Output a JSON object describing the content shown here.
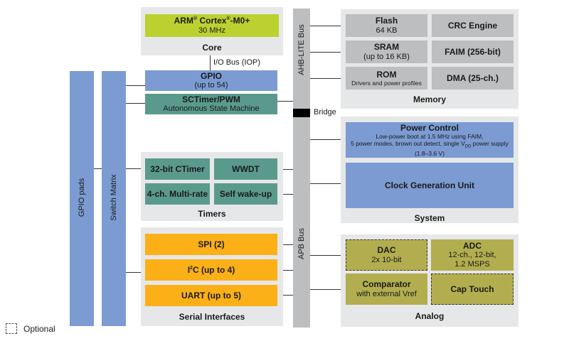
{
  "core": {
    "group_label": "Core",
    "cpu": {
      "title_prefix": "ARM",
      "title_mid": " Cortex",
      "title_suffix": "-M0+",
      "reg": "®",
      "freq": "30 MHz"
    }
  },
  "io_bus_label": "I/O Bus (IOP)",
  "gpio": {
    "title": "GPIO",
    "sub": "(up to 54)"
  },
  "sctimer": {
    "title": "SCTimer/PWM",
    "sub": "Autonomous State Machine"
  },
  "left_columns": {
    "gpio_pads": "GPIO pads",
    "switch_matrix": "Switch Matrix"
  },
  "buses": {
    "ahb": "AHB-LITE Bus",
    "apb": "APB Bus",
    "bridge": "Bridge"
  },
  "timers": {
    "group_label": "Timers",
    "blocks": [
      "32-bit CTimer",
      "WWDT",
      "4-ch. Multi-rate",
      "Self wake-up"
    ]
  },
  "serial": {
    "group_label": "Serial Interfaces",
    "spi": "SPI (2)",
    "i2c_prefix": "I",
    "i2c_sup": "2",
    "i2c_suffix": "C (up to 4)",
    "uart": "UART (up to 5)"
  },
  "memory": {
    "group_label": "Memory",
    "flash": {
      "title": "Flash",
      "sub": "64 KB"
    },
    "crc": "CRC Engine",
    "sram": {
      "title": "SRAM",
      "sub": "(up to 16 KB)"
    },
    "faim": "FAIM (256-bit)",
    "rom": {
      "title": "ROM",
      "sub": "Drivers and power profiles"
    },
    "dma": "DMA (25-ch.)"
  },
  "system": {
    "group_label": "System",
    "power": {
      "title": "Power Control",
      "line1": "Low-power boot at 1.5 MHz using FAIM,",
      "line2_prefix": "5 power modes, brown out detect, single V",
      "line2_sub": "DD",
      "line2_suffix": " power supply",
      "line3": "(1.8–3.6 V)"
    },
    "clock": "Clock Generation Unit"
  },
  "analog": {
    "group_label": "Analog",
    "dac": {
      "title": "DAC",
      "sub": "2x 10-bit",
      "optional": true
    },
    "adc": {
      "title": "ADC",
      "sub1": "12-ch., 12-bit,",
      "sub2": "1.2 MSPS"
    },
    "comparator": {
      "title": "Comparator",
      "sub": "with external Vref"
    },
    "cap_touch": {
      "title": "Cap Touch",
      "optional": true
    }
  },
  "legend": {
    "optional": "Optional"
  }
}
